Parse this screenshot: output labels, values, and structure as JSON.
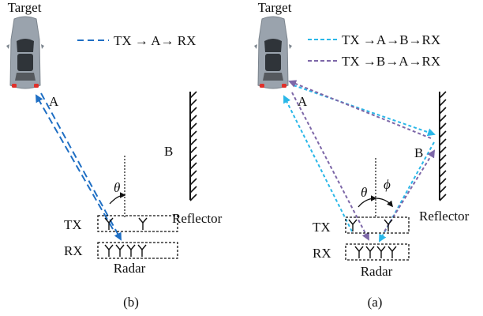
{
  "colors": {
    "direct_path": "#1f6fc4",
    "path_ab": "#2ab7e8",
    "path_ba": "#7d67a8",
    "hatch": "#111111",
    "car_body": "#9aa3ad",
    "car_dark": "#2f3439",
    "car_tail": "#e0302a"
  },
  "icons": [
    "car-icon",
    "antenna-icon",
    "reflector-hatch-icon"
  ],
  "left_panel": {
    "target_label": "Target",
    "legend": "TX → A→ RX",
    "point_a": "A",
    "point_b": "B",
    "angle": "θ",
    "tx_label": "TX",
    "rx_label": "RX",
    "radar_label": "Radar",
    "reflector_label": "Reflector",
    "caption": "(b)"
  },
  "right_panel": {
    "target_label": "Target",
    "legend_ab": "TX →A→B→RX",
    "legend_ba": "TX →B→A→RX",
    "point_a": "A",
    "point_b": "B",
    "angle_theta": "θ",
    "angle_phi": "ϕ",
    "tx_label": "TX",
    "rx_label": "RX",
    "radar_label": "Radar",
    "reflector_label": "Reflector",
    "caption": "(a)"
  }
}
